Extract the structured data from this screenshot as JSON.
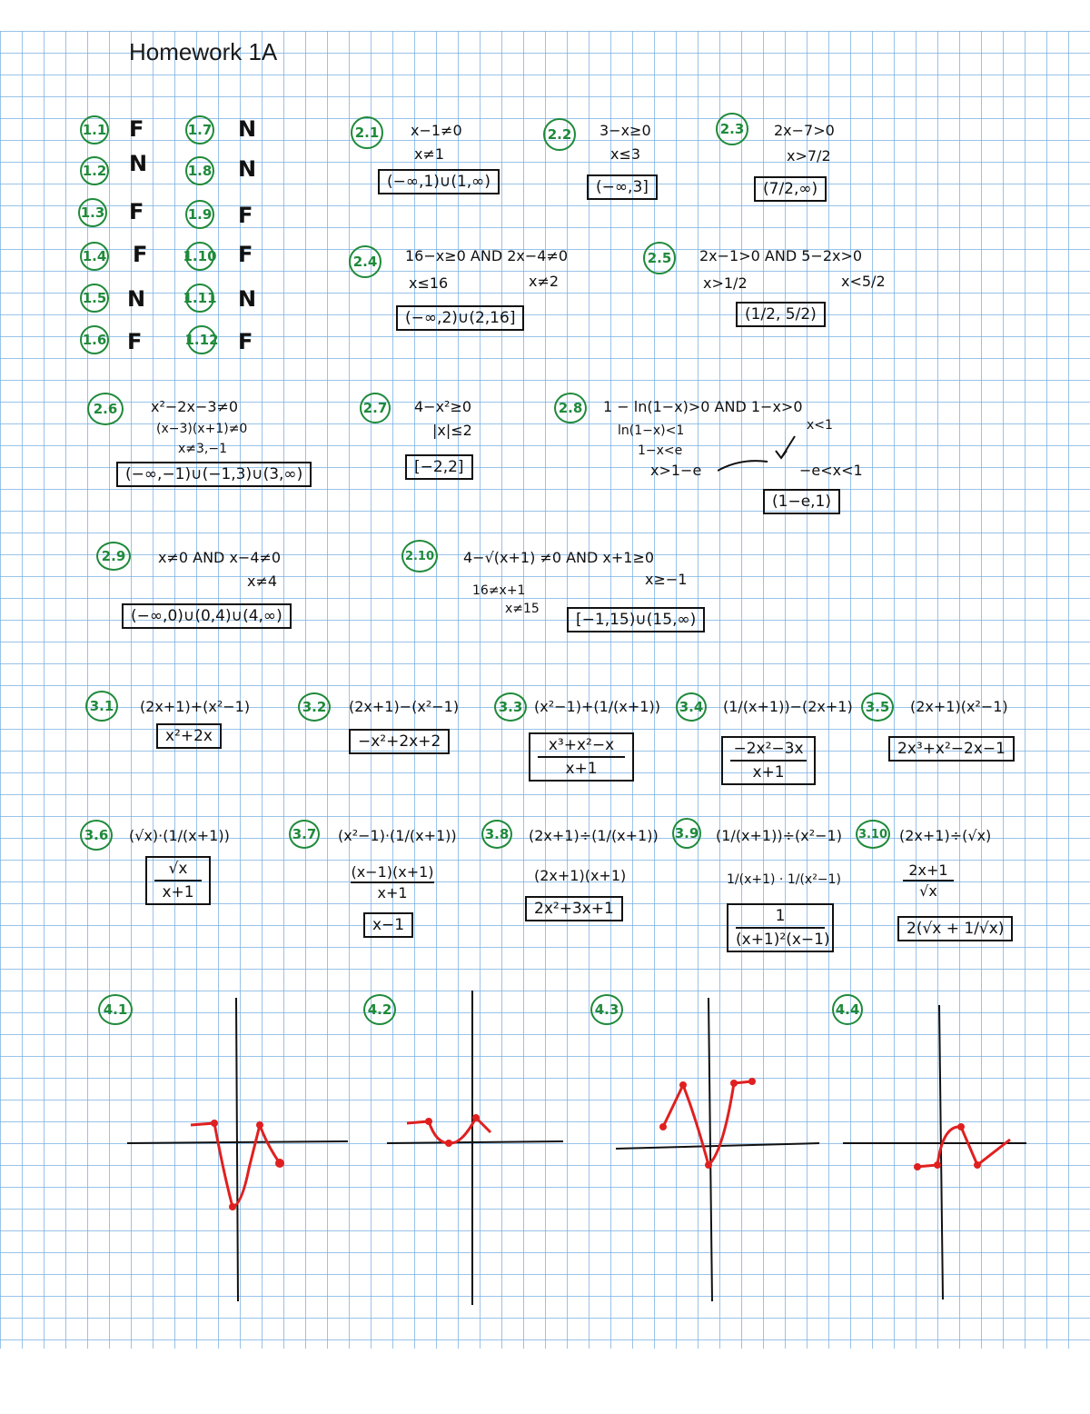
{
  "title": "Homework 1A",
  "tf_answers": [
    {
      "num": "1.1",
      "ans": "F"
    },
    {
      "num": "1.2",
      "ans": "N"
    },
    {
      "num": "1.3",
      "ans": "F"
    },
    {
      "num": "1.4",
      "ans": "F"
    },
    {
      "num": "1.5",
      "ans": "N"
    },
    {
      "num": "1.6",
      "ans": "F"
    },
    {
      "num": "1.7",
      "ans": "N"
    },
    {
      "num": "1.8",
      "ans": "N"
    },
    {
      "num": "1.9",
      "ans": "F"
    },
    {
      "num": "1.10",
      "ans": "F"
    },
    {
      "num": "1.11",
      "ans": "N"
    },
    {
      "num": "1.12",
      "ans": "F"
    }
  ],
  "p21": {
    "num": "2.1",
    "l1": "x−1≠0",
    "l2": "x≠1",
    "ans": "(−∞,1)∪(1,∞)"
  },
  "p22": {
    "num": "2.2",
    "l1": "3−x≥0",
    "l2": "x≤3",
    "ans": "(−∞,3]"
  },
  "p23": {
    "num": "2.3",
    "l1": "2x−7>0",
    "l2": "x>7/2",
    "ans": "(7/2,∞)"
  },
  "p24": {
    "num": "2.4",
    "l1": "16−x≥0  AND  2x−4≠0",
    "l2a": "x≤16",
    "l2b": "x≠2",
    "ans": "(−∞,2)∪(2,16]"
  },
  "p25": {
    "num": "2.5",
    "l1": "2x−1>0  AND  5−2x>0",
    "l2a": "x>1/2",
    "l2b": "x<5/2",
    "ans": "(1/2, 5/2)"
  },
  "p26": {
    "num": "2.6",
    "l1": "x²−2x−3≠0",
    "l2": "(x−3)(x+1)≠0",
    "l3": "x≠3,−1",
    "ans": "(−∞,−1)∪(−1,3)∪(3,∞)"
  },
  "p27": {
    "num": "2.7",
    "l1": "4−x²≥0",
    "l2": "|x|≤2",
    "ans": "[−2,2]"
  },
  "p28": {
    "num": "2.8",
    "l1": "1 − ln(1−x)>0  AND  1−x>0",
    "l2": "ln(1−x)<1",
    "l3": "1−x<e",
    "l4": "x>1−e",
    "l5": "x<1",
    "l6": "−e<x<1",
    "ans": "(1−e,1)"
  },
  "p29": {
    "num": "2.9",
    "l1": "x≠0  AND  x−4≠0",
    "l2": "x≠4",
    "ans": "(−∞,0)∪(0,4)∪(4,∞)"
  },
  "p210": {
    "num": "2.10",
    "l1": "4−√(x+1) ≠0   AND   x+1≥0",
    "l2": "16≠x+1",
    "l3": "x≠15",
    "l4": "x≥−1",
    "ans": "[−1,15)∪(15,∞)"
  },
  "p31": {
    "num": "3.1",
    "expr": "(2x+1)+(x²−1)",
    "ans": "x²+2x"
  },
  "p32": {
    "num": "3.2",
    "expr": "(2x+1)−(x²−1)",
    "ans": "−x²+2x+2"
  },
  "p33": {
    "num": "3.3",
    "expr": "(x²−1)+(1/(x+1))",
    "ans_num": "x³+x²−x",
    "ans_den": "x+1"
  },
  "p34": {
    "num": "3.4",
    "expr": "(1/(x+1))−(2x+1)",
    "ans_num": "−2x²−3x",
    "ans_den": "x+1"
  },
  "p35": {
    "num": "3.5",
    "expr": "(2x+1)(x²−1)",
    "ans": "2x³+x²−2x−1"
  },
  "p36": {
    "num": "3.6",
    "expr": "(√x)·(1/(x+1))",
    "ans_num": "√x",
    "ans_den": "x+1"
  },
  "p37": {
    "num": "3.7",
    "expr": "(x²−1)·(1/(x+1))",
    "work_num": "(x−1)(x+1)",
    "work_den": "x+1",
    "ans": "x−1"
  },
  "p38": {
    "num": "3.8",
    "expr": "(2x+1)÷(1/(x+1))",
    "work": "(2x+1)(x+1)",
    "ans": "2x²+3x+1"
  },
  "p39": {
    "num": "3.9",
    "expr": "(1/(x+1))÷(x²−1)",
    "work": "1/(x+1) · 1/(x²−1)",
    "ans_num": "1",
    "ans_den": "(x+1)²(x−1)"
  },
  "p310": {
    "num": "3.10",
    "expr": "(2x+1)÷(√x)",
    "work_num": "2x+1",
    "work_den": "√x",
    "ans": "2(√x + 1/√x)"
  },
  "graphs": [
    {
      "num": "4.1"
    },
    {
      "num": "4.2"
    },
    {
      "num": "4.3"
    },
    {
      "num": "4.4"
    }
  ],
  "colors": {
    "ink": "#111111",
    "green": "#1f8a3a",
    "red": "#e02020",
    "grid": "#78afe1"
  }
}
